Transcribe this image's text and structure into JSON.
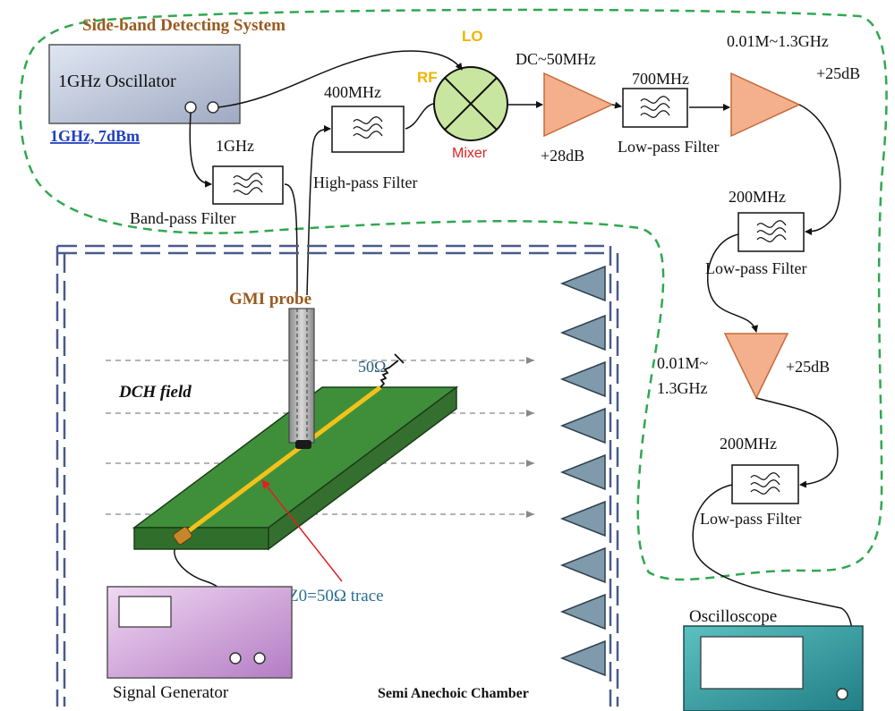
{
  "title": "Side-band Detecting System",
  "oscillator": {
    "label": "1GHz Oscillator",
    "spec": "1GHz, 7dBm"
  },
  "bandpass": {
    "freq": "1GHz",
    "name": "Band-pass Filter"
  },
  "highpass": {
    "freq": "400MHz",
    "name": "High-pass Filter"
  },
  "mixer": {
    "lo": "LO",
    "rf": "RF",
    "name": "Mixer"
  },
  "amp1": {
    "band": "DC~50MHz",
    "gain": "+28dB"
  },
  "lpf700": {
    "freq": "700MHz",
    "name": "Low-pass Filter"
  },
  "amp2": {
    "band": "0.01M~1.3GHz",
    "gain": "+25dB"
  },
  "lpf200a": {
    "freq": "200MHz",
    "name": "Low-pass Filter"
  },
  "amp3": {
    "band_line1": "0.01M~",
    "band_line2": "1.3GHz",
    "gain": "+25dB"
  },
  "lpf200b": {
    "freq": "200MHz",
    "name": "Low-pass Filter"
  },
  "probe_label": "GMI probe",
  "field_label": "DCH field",
  "termination": "50Ω",
  "trace_label": "Z0=50Ω  trace",
  "signal_generator": "Signal Generator",
  "oscilloscope": "Oscilloscope",
  "chamber": "Semi Anechoic Chamber",
  "colors": {
    "dashed_boundary": "#2fa84f",
    "title": "#9a5a1e",
    "amplifier": "#f4b08c",
    "mixer": "#c9e6a0",
    "board": "#3f8f3a",
    "trace": "#f2c21a",
    "arrow": "#e02020",
    "oscilloscope": "#2e9a9a",
    "signal_generator": "#c48ad0",
    "absorber": "#7e9aab"
  }
}
